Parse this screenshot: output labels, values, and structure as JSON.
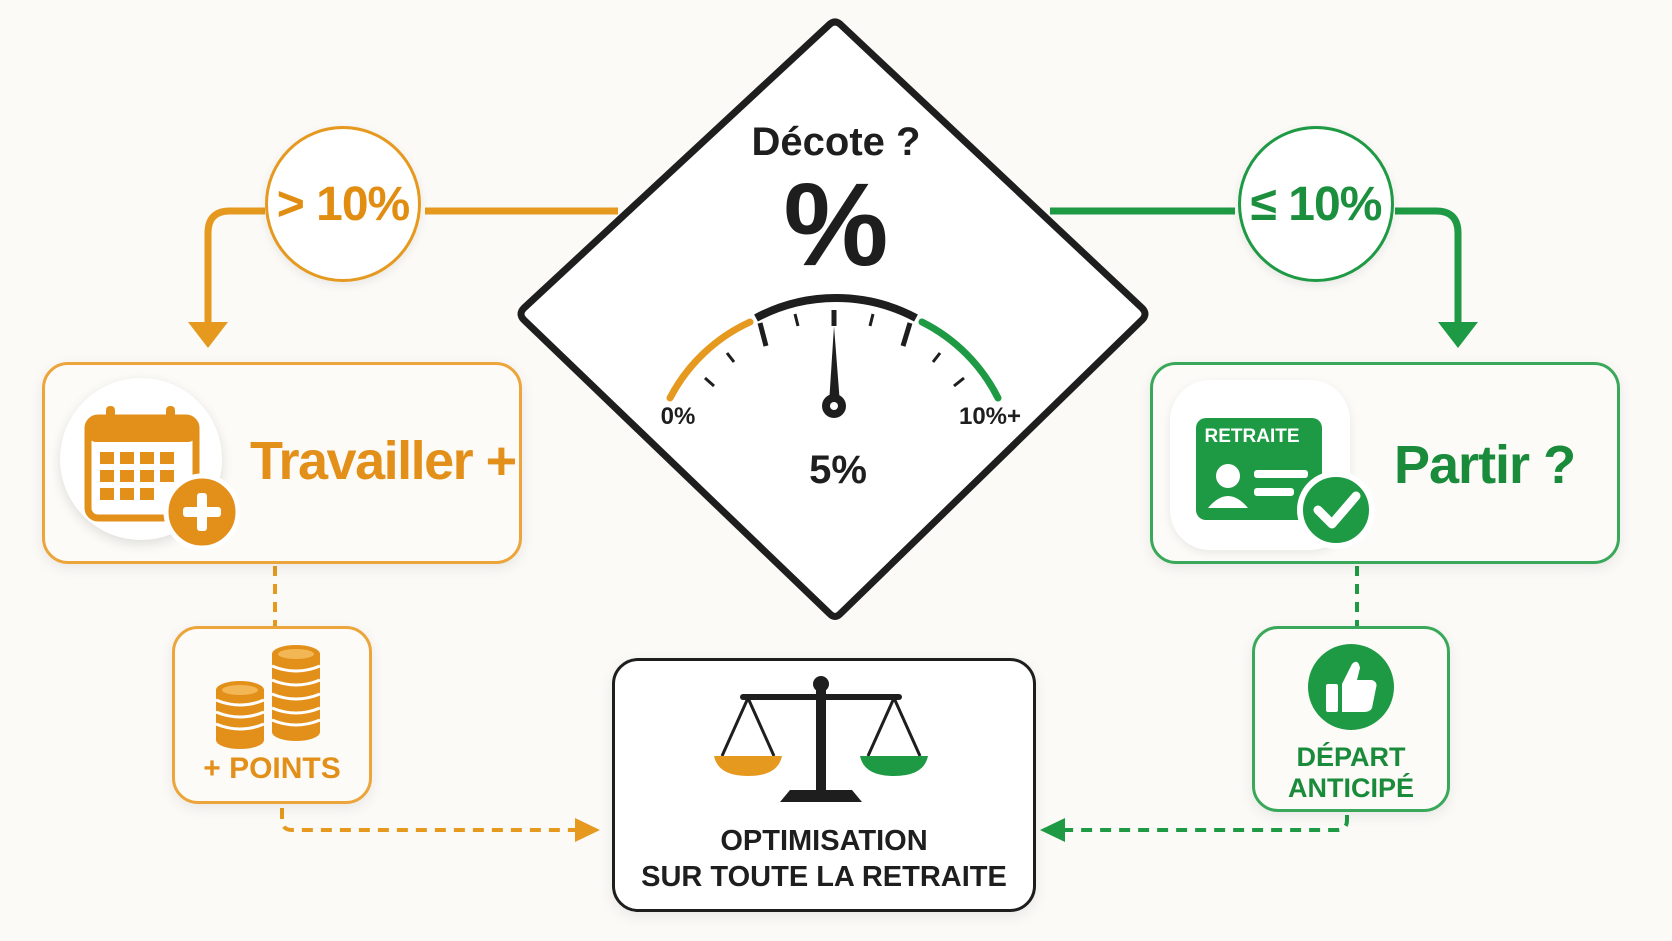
{
  "decision": {
    "question": "Décote ?",
    "symbol": "%",
    "gauge": {
      "min_label": "0%",
      "max_label": "10%+",
      "value_label": "5%",
      "value": 5,
      "min": 0,
      "max": 10
    }
  },
  "left_branch": {
    "condition": "> 10%",
    "action_label": "Travailler +",
    "result_label": "+ POINTS",
    "icons": {
      "action": "calendar-plus-icon",
      "result": "coins-stack-icon"
    }
  },
  "right_branch": {
    "condition": "≤ 10%",
    "action_label": "Partir ?",
    "card_text": "RETRAITE",
    "result_label_line1": "DÉPART",
    "result_label_line2": "ANTICIPÉ",
    "icons": {
      "action": "retirement-card-check-icon",
      "result": "thumbs-up-icon"
    }
  },
  "outcome": {
    "line1": "OPTIMISATION",
    "line2": "SUR TOUTE LA RETRAITE",
    "icon": "balance-scale-icon"
  },
  "colors": {
    "orange": "#e59a1f",
    "green": "#1e9a44",
    "dark": "#1e1e1e",
    "background": "#fbfaf7"
  }
}
